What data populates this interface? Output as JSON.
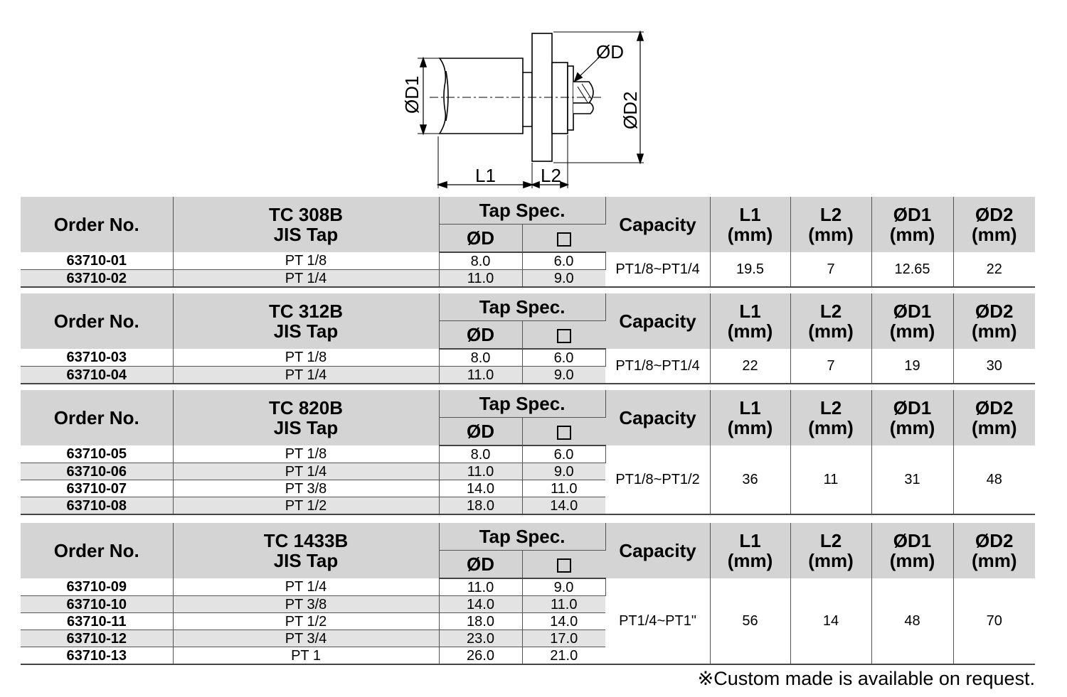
{
  "diagram": {
    "labels": {
      "d": "ØD",
      "d1": "ØD1",
      "d2": "ØD2",
      "l1": "L1",
      "l2": "L2"
    }
  },
  "headers": {
    "order_no": "Order No.",
    "jis_tap": "JIS Tap",
    "tap_spec": "Tap Spec.",
    "phi_d": "ØD",
    "capacity": "Capacity",
    "l1": "L1",
    "l2": "L2",
    "d1": "ØD1",
    "d2": "ØD2",
    "unit": "(mm)"
  },
  "tables": [
    {
      "model": "TC 308B",
      "capacity": "PT1/8~PT1/4",
      "l1": "19.5",
      "l2": "7",
      "d1": "12.65",
      "d2": "22",
      "rows": [
        {
          "order": "63710-01",
          "tap": "PT 1/8",
          "d": "8.0",
          "sq": "6.0"
        },
        {
          "order": "63710-02",
          "tap": "PT 1/4",
          "d": "11.0",
          "sq": "9.0"
        }
      ]
    },
    {
      "model": "TC 312B",
      "capacity": "PT1/8~PT1/4",
      "l1": "22",
      "l2": "7",
      "d1": "19",
      "d2": "30",
      "rows": [
        {
          "order": "63710-03",
          "tap": "PT 1/8",
          "d": "8.0",
          "sq": "6.0"
        },
        {
          "order": "63710-04",
          "tap": "PT 1/4",
          "d": "11.0",
          "sq": "9.0"
        }
      ]
    },
    {
      "model": "TC 820B",
      "capacity": "PT1/8~PT1/2",
      "l1": "36",
      "l2": "11",
      "d1": "31",
      "d2": "48",
      "rows": [
        {
          "order": "63710-05",
          "tap": "PT 1/8",
          "d": "8.0",
          "sq": "6.0"
        },
        {
          "order": "63710-06",
          "tap": "PT 1/4",
          "d": "11.0",
          "sq": "9.0"
        },
        {
          "order": "63710-07",
          "tap": "PT 3/8",
          "d": "14.0",
          "sq": "11.0"
        },
        {
          "order": "63710-08",
          "tap": "PT 1/2",
          "d": "18.0",
          "sq": "14.0"
        }
      ]
    },
    {
      "model": "TC 1433B",
      "capacity": "PT1/4~PT1\"",
      "l1": "56",
      "l2": "14",
      "d1": "48",
      "d2": "70",
      "rows": [
        {
          "order": "63710-09",
          "tap": "PT 1/4",
          "d": "11.0",
          "sq": "9.0"
        },
        {
          "order": "63710-10",
          "tap": "PT 3/8",
          "d": "14.0",
          "sq": "11.0"
        },
        {
          "order": "63710-11",
          "tap": "PT 1/2",
          "d": "18.0",
          "sq": "14.0"
        },
        {
          "order": "63710-12",
          "tap": "PT 3/4",
          "d": "23.0",
          "sq": "17.0"
        },
        {
          "order": "63710-13",
          "tap": "PT 1",
          "d": "26.0",
          "sq": "21.0"
        }
      ]
    }
  ],
  "note": "※Custom made is available on request."
}
